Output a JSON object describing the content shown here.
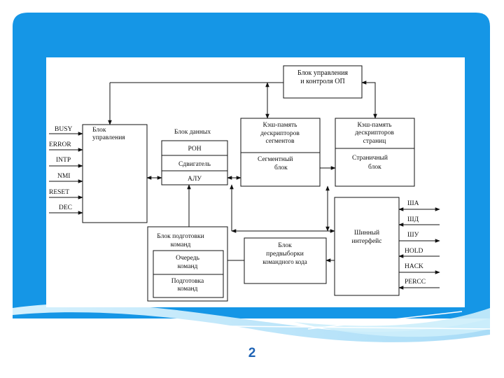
{
  "colors": {
    "background_blue": "#1596e6",
    "wave_light": "#bfe6fb",
    "page_number": "#1f64b5",
    "line": "#111111"
  },
  "slide": {
    "page_number": "2"
  },
  "diagram": {
    "mmu_block": {
      "line1": "Блок управления",
      "line2": "и контроля ОП"
    },
    "control_block": {
      "line1": "Блок",
      "line2": "управления"
    },
    "control_signals": [
      "BUSY",
      "ERROR",
      "INTP",
      "NMI",
      "RESET",
      "DEC"
    ],
    "data_block": {
      "title": "Блок данных",
      "rows": [
        "РОН",
        "Сдвигатель",
        "АЛУ"
      ]
    },
    "segment_cache": {
      "line1": "Кэш-память",
      "line2": "дескрипторов",
      "line3": "сегментов"
    },
    "segment_unit": {
      "line1": "Сегментный",
      "line2": "блок"
    },
    "page_cache": {
      "line1": "Кэш-память",
      "line2": "дескрипторов",
      "line3": "страниц"
    },
    "page_unit": {
      "line1": "Страничный",
      "line2": "блок"
    },
    "decode_block": {
      "line1": "Блок подготовки",
      "line2": "команд",
      "queue": {
        "line1": "Очередь",
        "line2": "команд"
      },
      "prep": {
        "line1": "Подготовка",
        "line2": "команд"
      }
    },
    "prefetch_block": {
      "line1": "Блок",
      "line2": "предвыборки",
      "line3": "командного кода"
    },
    "bus_interface": {
      "line1": "Шинный",
      "line2": "интерфейс"
    },
    "bus_signals": [
      "ША",
      "ШД",
      "ШУ",
      "HOLD",
      "HACK",
      "PERCC"
    ]
  }
}
